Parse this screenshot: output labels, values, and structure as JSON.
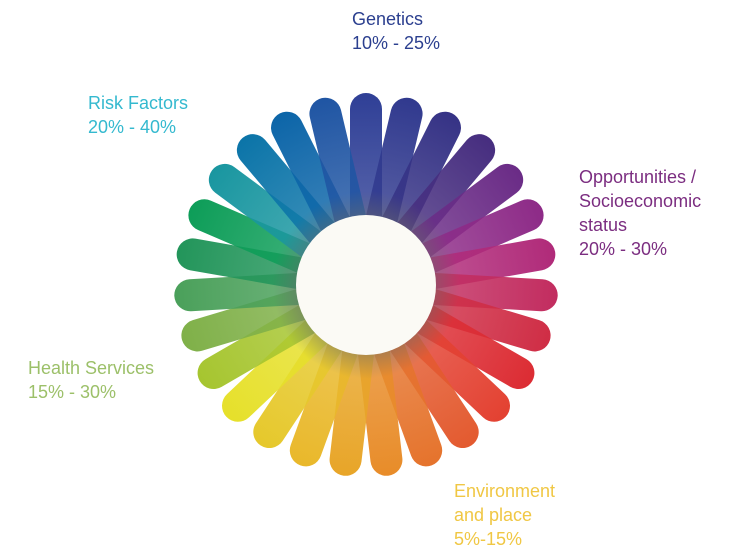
{
  "diagram": {
    "center_color": "#fbfaf5",
    "petal_colors": [
      "#2f3f96",
      "#30398e",
      "#353285",
      "#462d7f",
      "#6a2b86",
      "#8d2a87",
      "#b02a79",
      "#c22c5f",
      "#cf2d45",
      "#dc2c33",
      "#e34131",
      "#e35a2f",
      "#e5732c",
      "#e88c29",
      "#e8a528",
      "#e9b82a",
      "#e6c82b",
      "#e6e02a",
      "#a6c52f",
      "#7fb048",
      "#4aa05a",
      "#22955a",
      "#0d9d58",
      "#1996a0",
      "#0b74a8",
      "#0c65a8",
      "#1f55a3"
    ],
    "factors": [
      {
        "name": "Genetics",
        "range": "10% - 25%",
        "color": "#2b3f8f"
      },
      {
        "name_lines": [
          "Opportunities /",
          "Socioeconomic",
          "status"
        ],
        "range": "20% - 30%",
        "color": "#7b2d80"
      },
      {
        "name_lines": [
          "Environment",
          "and place"
        ],
        "range": "5%-15%",
        "color": "#f0c744"
      },
      {
        "name": "Health Services",
        "range": "15% - 30%",
        "color": "#9cc069"
      },
      {
        "name": "Risk Factors",
        "range": "20% - 40%",
        "color": "#34b9cf"
      }
    ]
  }
}
